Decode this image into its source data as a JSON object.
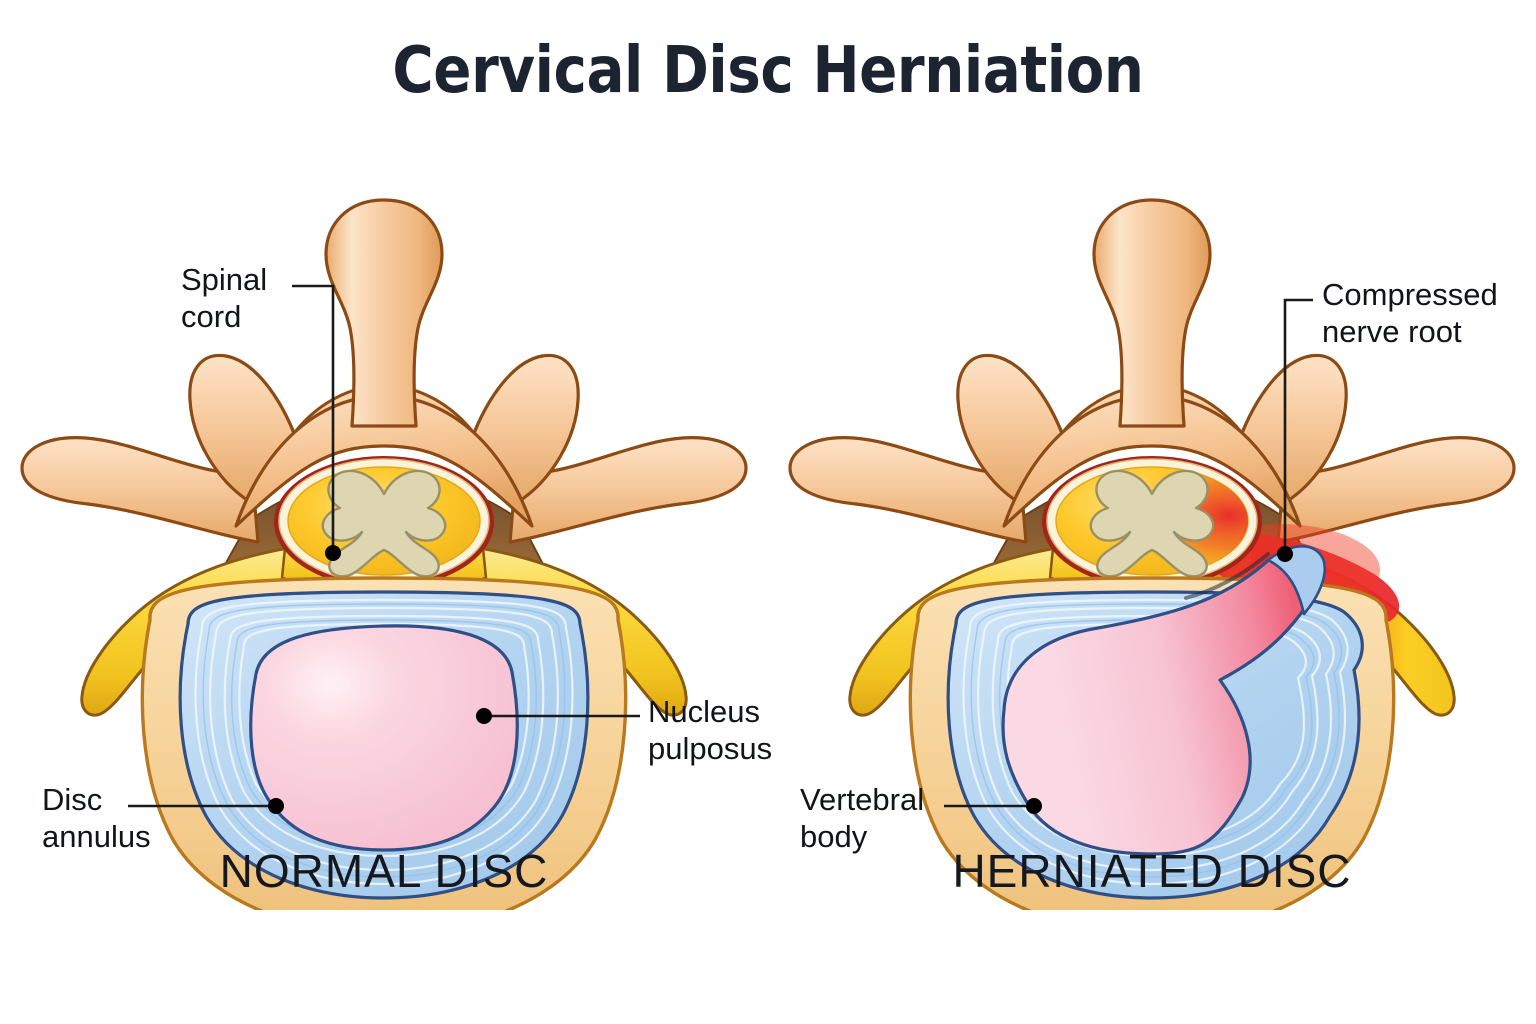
{
  "title": "Cervical Disc Herniation",
  "panels": [
    {
      "id": "normal",
      "caption": "NORMAL DISC",
      "labels": [
        {
          "name": "spinal-cord",
          "text": "Spinal\ncord"
        },
        {
          "name": "disc-annulus",
          "text": "Disc\nannulus"
        },
        {
          "name": "nucleus-pulposus",
          "text": "Nucleus\npulposus"
        }
      ]
    },
    {
      "id": "herniated",
      "caption": "HERNIATED DISC",
      "labels": [
        {
          "name": "compressed-nerve-root",
          "text": "Compressed\nnerve root"
        },
        {
          "name": "vertebral-body",
          "text": "Vertebral\nbody"
        }
      ]
    }
  ],
  "labels": {
    "spinal_cord": "Spinal\ncord",
    "disc_annulus": "Disc\nannulus",
    "nucleus_pulposus": "Nucleus\npulposus",
    "compressed_nerve_root": "Compressed\nnerve root",
    "vertebral_body": "Vertebral\nbody"
  },
  "captions": {
    "left": "NORMAL DISC",
    "right": "HERNIATED DISC"
  },
  "colors": {
    "title_text": "#1b2430",
    "caption_text": "#15191f",
    "label_text": "#111418",
    "background": "#ffffff",
    "bone_light": "#fbdcb8",
    "bone_mid": "#f3bd88",
    "bone_dark": "#e09a53",
    "bone_outline": "#8c4a14",
    "nerve_yellow": "#f9d734",
    "nerve_yellow_dark": "#e8b420",
    "nerve_outline": "#8a5a10",
    "cord_yellow": "#fcc92a",
    "cord_rim_white": "#fdf3da",
    "cord_rim_red": "#a32418",
    "gray_matter": "#ddd6b0",
    "gray_matter_outline": "#9a9066",
    "annulus_blue": "#b3d4f0",
    "annulus_blue_outline": "#2f4f86",
    "annulus_ring_light": "#eaf5ff",
    "nucleus_pink": "#f7c3d3",
    "nucleus_pink_light": "#fde8ef",
    "nucleus_pink_outline": "#2f4f86",
    "vertebral_rim": "#f6d69c",
    "vertebral_rim_outline": "#c58a2e",
    "inflammation_red": "#e8262b",
    "inflammation_red_deep": "#c4121a",
    "leader_line": "#1a1a1a",
    "leader_dot": "#000000"
  },
  "anatomy_parts": {
    "spinous_process": "spinous-process",
    "superior_articular_process": "superior-articular-process",
    "transverse_process": "transverse-process",
    "lamina": "lamina",
    "vertebral_foramen": "vertebral-foramen",
    "spinal_cord": "spinal-cord",
    "gray_matter": "gray-matter-butterfly",
    "nerve_root": "nerve-root",
    "vertebral_body": "vertebral-body",
    "annulus_fibrosus": "annulus-fibrosus",
    "nucleus_pulposus": "nucleus-pulposus",
    "herniation": "herniation-bulge",
    "inflammation": "nerve-inflammation"
  }
}
